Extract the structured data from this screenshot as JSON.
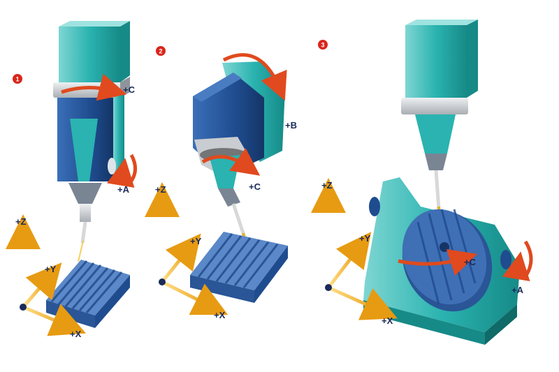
{
  "colors": {
    "teal": "#2ab3b0",
    "teal_light": "#7fd6d3",
    "teal_dark": "#168a87",
    "navy": "#1f4c8f",
    "navy_dark": "#143566",
    "table_blue": "#3f6fb5",
    "slot_blue": "#2a5596",
    "silver": "#c9ccd0",
    "axis_gold": "#f0b020",
    "arrow_orange": "#e85a2a",
    "badge_red": "#d9261c"
  },
  "panels": [
    {
      "number": "1",
      "axes": {
        "z": "+Z",
        "y": "+Y",
        "x": "+X"
      },
      "rotations": [
        "+C",
        "+A"
      ]
    },
    {
      "number": "2",
      "axes": {
        "z": "+Z",
        "y": "+Y",
        "x": "+X"
      },
      "rotations": [
        "+B",
        "+C"
      ]
    },
    {
      "number": "3",
      "axes": {
        "z": "+Z",
        "y": "+Y",
        "x": "+X"
      },
      "rotations": [
        "+C",
        "+A"
      ]
    }
  ]
}
